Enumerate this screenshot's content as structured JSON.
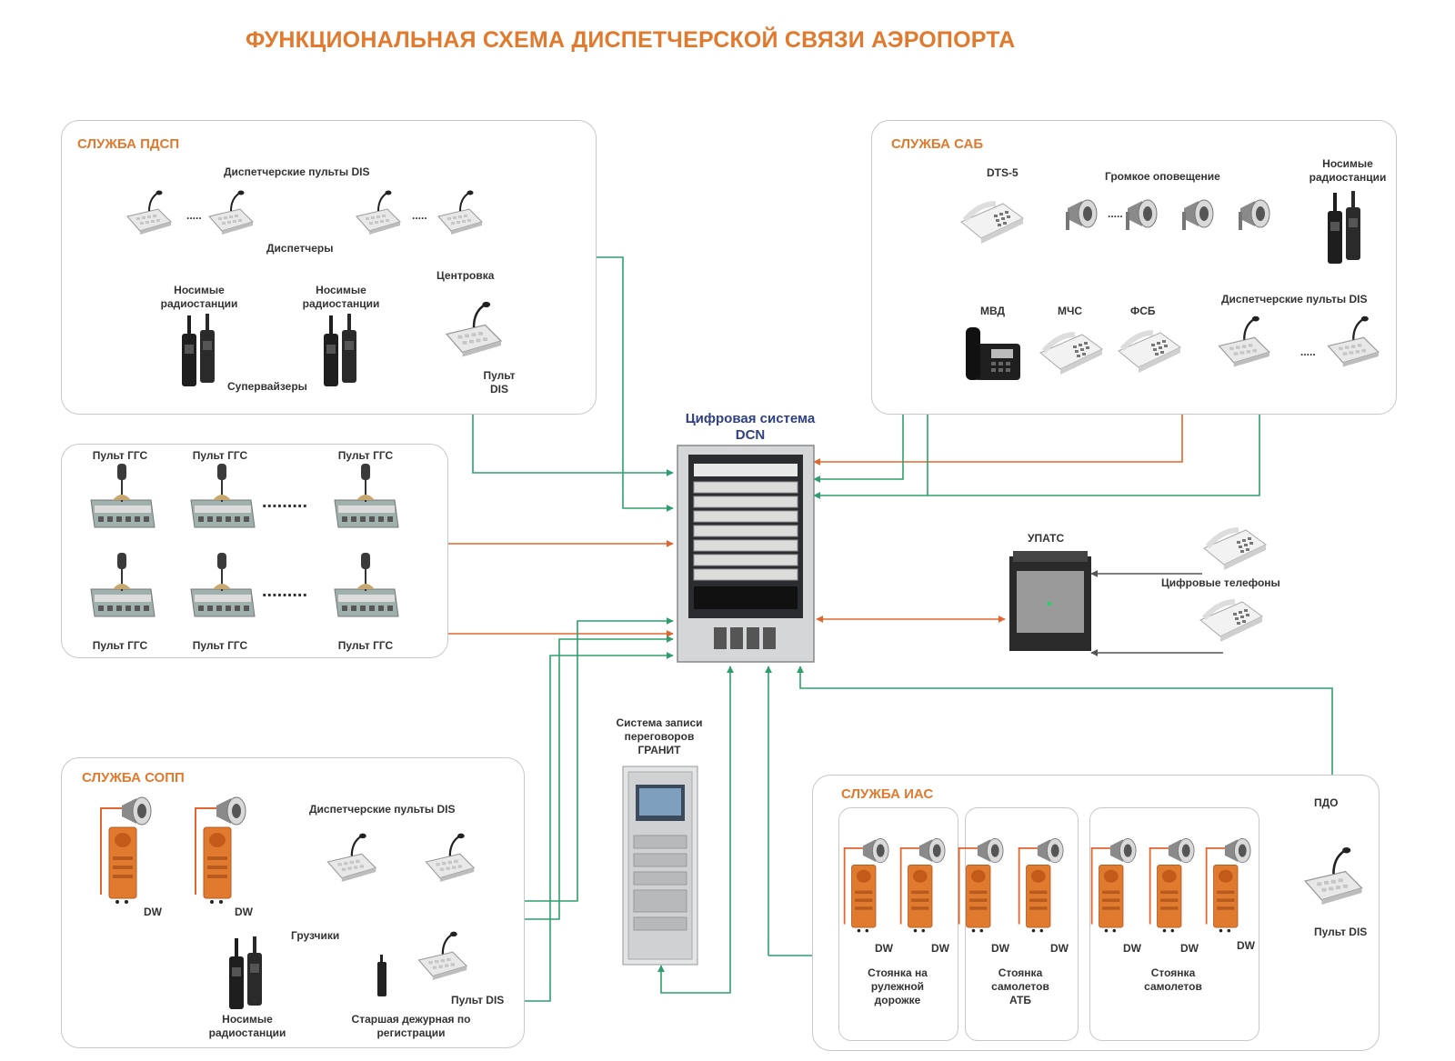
{
  "title": "ФУНКЦИОНАЛЬНАЯ СХЕМА ДИСПЕТЧЕРСКОЙ СВЯЗИ АЭРОПОРТА",
  "colors": {
    "accent": "#e07a2e",
    "green": "#2e9e6e",
    "orange": "#e0662e",
    "dcn": "#2e3f86",
    "panel_border": "#c8c8c8"
  },
  "pdsp": {
    "title": "СЛУЖБА ПДСП",
    "consoles_label": "Диспетчерские пульты DIS",
    "dots1": ".....",
    "dots2": ".....",
    "dispatchers": "Диспетчеры",
    "radios1": "Носимые радиостанции",
    "radios2": "Носимые радиостанции",
    "centrovka": "Центровка",
    "supervisors": "Супервайзеры",
    "pult_dis": "Пульт DIS"
  },
  "ggs": {
    "top_labels": [
      "Пульт ГГС",
      "Пульт ГГС",
      "Пульт ГГС"
    ],
    "bottom_labels": [
      "Пульт ГГС",
      "Пульт ГГС",
      "Пульт ГГС"
    ],
    "dots": "........."
  },
  "sab": {
    "title": "СЛУЖБА САБ",
    "dts": "DTS-5",
    "loud": "Громкое оповещение",
    "dots": ".....",
    "radios": "Носимые радиостанции",
    "mvd": "МВД",
    "mchs": "МЧС",
    "fsb": "ФСБ",
    "consoles_label": "Диспетчерские пульты DIS",
    "dots2": "....."
  },
  "dcn": {
    "line1": "Цифровая система",
    "line2": "DCN"
  },
  "upats": {
    "label": "УПАТС",
    "phones": "Цифровые телефоны"
  },
  "granit": {
    "line1": "Система записи",
    "line2": "переговоров",
    "line3": "ГРАНИТ"
  },
  "sopp": {
    "title": "СЛУЖБА СОПП",
    "dw1": "DW",
    "dw2": "DW",
    "consoles_label": "Диспетчерские пульты DIS",
    "loaders": "Грузчики",
    "radios": "Носимые радиостанции",
    "pult_dis": "Пульт DIS",
    "senior": "Старшая дежурная по регистрации"
  },
  "ias": {
    "title": "СЛУЖБА ИАС",
    "dw": [
      "DW",
      "DW",
      "DW",
      "DW",
      "DW",
      "DW",
      "DW"
    ],
    "group1": "Стоянка на рулежной дорожке",
    "group2": "Стоянка самолетов АТБ",
    "group3": "Стоянка самолетов",
    "pdo": "ПДО",
    "pult_dis": "Пульт DIS"
  }
}
